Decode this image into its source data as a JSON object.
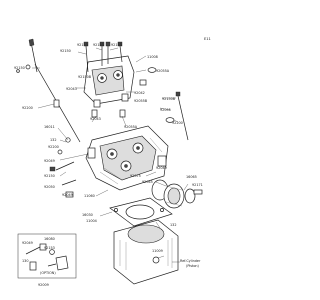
{
  "diagram": {
    "page_number": "E11",
    "callouts": [
      {
        "id": "c1",
        "text": "92150"
      },
      {
        "id": "c2",
        "text": "92153"
      },
      {
        "id": "c3",
        "text": "92153"
      },
      {
        "id": "c4",
        "text": "92153"
      },
      {
        "id": "c5",
        "text": "92150"
      },
      {
        "id": "c6",
        "text": "11008"
      },
      {
        "id": "c7",
        "text": "92055A"
      },
      {
        "id": "c8",
        "text": "92150B"
      },
      {
        "id": "c9",
        "text": "92043"
      },
      {
        "id": "c10",
        "text": "92042"
      },
      {
        "id": "c11",
        "text": "92055B"
      },
      {
        "id": "c12",
        "text": "92150B"
      },
      {
        "id": "c13",
        "text": "92055"
      },
      {
        "id": "c14",
        "text": "92043"
      },
      {
        "id": "c15",
        "text": "92200"
      },
      {
        "id": "c16",
        "text": "92200"
      },
      {
        "id": "c17",
        "text": "16011"
      },
      {
        "id": "c18",
        "text": "92055A"
      },
      {
        "id": "c19",
        "text": "132"
      },
      {
        "id": "c20",
        "text": "92200"
      },
      {
        "id": "c21",
        "text": "92049"
      },
      {
        "id": "c22",
        "text": "92150"
      },
      {
        "id": "c23",
        "text": "92050"
      },
      {
        "id": "c24",
        "text": "92075"
      },
      {
        "id": "c25",
        "text": "92045"
      },
      {
        "id": "c26",
        "text": "11060"
      },
      {
        "id": "c27",
        "text": "16065"
      },
      {
        "id": "c28",
        "text": "92171"
      },
      {
        "id": "c29",
        "text": "92049"
      },
      {
        "id": "c30",
        "text": "92049"
      },
      {
        "id": "c31",
        "text": "16030"
      },
      {
        "id": "c32",
        "text": "132"
      },
      {
        "id": "c33",
        "text": "11009"
      },
      {
        "id": "c34",
        "text": "11004"
      },
      {
        "id": "c35",
        "text": "92049"
      },
      {
        "id": "c36",
        "text": "16080"
      },
      {
        "id": "c37",
        "text": "130"
      },
      {
        "id": "c38",
        "text": "92153"
      },
      {
        "id": "c39",
        "text": "(OPTION)"
      },
      {
        "id": "c40",
        "text": "92009"
      }
    ],
    "reference_label": {
      "line1": "Ref.Cylinder",
      "line2": "(Piston)"
    }
  }
}
